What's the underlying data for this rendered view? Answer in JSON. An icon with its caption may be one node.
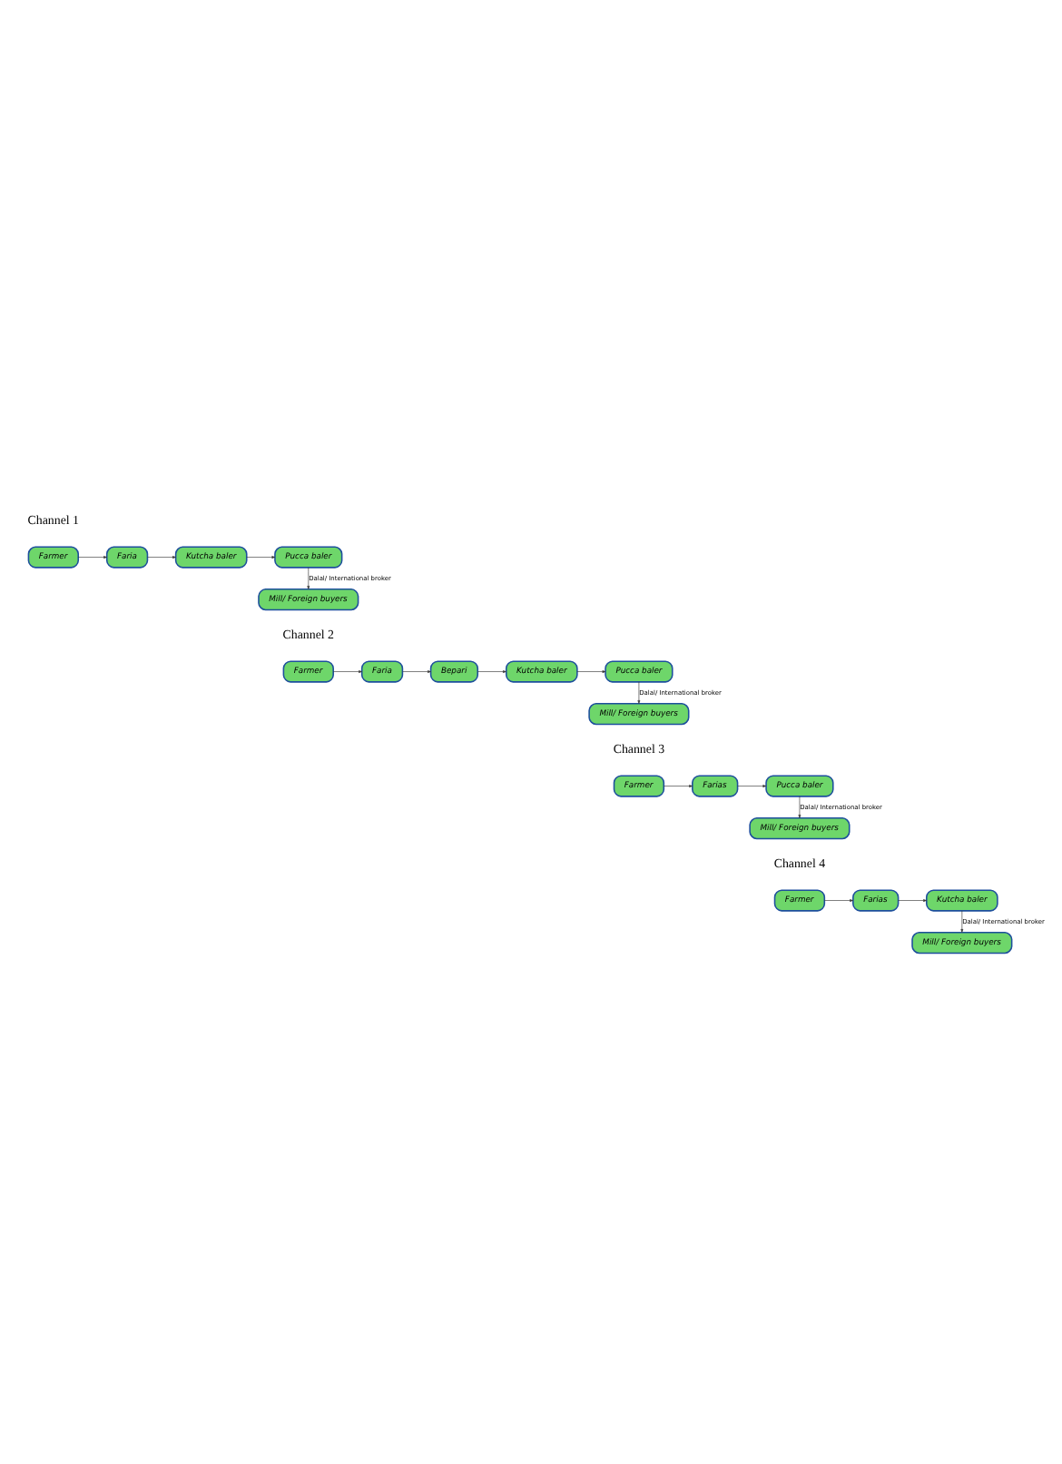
{
  "diagram": {
    "nodes": [
      {
        "text": [
          "Farmer"
        ]
      },
      {
        "text": [
          "Faria"
        ]
      },
      {
        "text": [
          "Kutcha baler"
        ]
      },
      {
        "text": [
          "Pucca baler"
        ]
      },
      {
        "text": [
          "Mill/ Foreign buyers"
        ]
      },
      {
        "text": [
          "Farmer"
        ]
      },
      {
        "text": [
          "Faria"
        ]
      },
      {
        "text": [
          "Bepari"
        ]
      },
      {
        "text": [
          "Kutcha baler"
        ]
      },
      {
        "text": [
          "Pucca baler"
        ]
      },
      {
        "text": [
          "Mill/ Foreign buyers"
        ]
      },
      {
        "text": [
          "Farmer"
        ]
      },
      {
        "text": [
          "Farias"
        ]
      },
      {
        "text": [
          "Pucca baler"
        ]
      },
      {
        "text": [
          "Mill/ Foreign buyers"
        ]
      },
      {
        "text": [
          "Farmer"
        ]
      },
      {
        "text": [
          "Farias"
        ]
      },
      {
        "text": [
          "Kutcha baler"
        ]
      },
      {
        "text": [
          "Mill/ Foreign buyers"
        ]
      }
    ],
    "edges": [
      {
        "from": 0,
        "to": 1,
        "arrow": "to"
      },
      {
        "from": 1,
        "to": 2,
        "arrow": "to"
      },
      {
        "from": 2,
        "to": 3,
        "arrow": "to"
      },
      {
        "from": 3,
        "to": 4,
        "arrow": "to",
        "label": "Dalal/ International broker"
      },
      {
        "from": 5,
        "to": 6,
        "arrow": "to"
      },
      {
        "from": 6,
        "to": 7,
        "arrow": "to"
      },
      {
        "from": 7,
        "to": 8,
        "arrow": "to"
      },
      {
        "from": 8,
        "to": 9,
        "arrow": "to"
      },
      {
        "from": 9,
        "to": 10,
        "arrow": "to",
        "label": "Dalal/ International broker"
      },
      {
        "from": 11,
        "to": 12,
        "arrow": "to"
      },
      {
        "from": 12,
        "to": 13,
        "arrow": "to"
      },
      {
        "from": 13,
        "to": 14,
        "arrow": "to",
        "label": "Dalal/ International broker"
      },
      {
        "from": 15,
        "to": 16,
        "arrow": "to"
      },
      {
        "from": 16,
        "to": 17,
        "arrow": "to"
      },
      {
        "from": 17,
        "to": 18,
        "arrow": "to",
        "label": "Dalal/ International broker"
      }
    ],
    "labels": [
      "Channel 1",
      "Channel 2",
      "Channel 3",
      "Channel 4"
    ]
  }
}
